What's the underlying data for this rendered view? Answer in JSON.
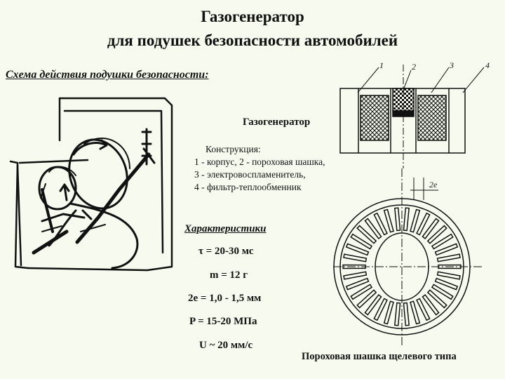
{
  "title": {
    "line1": "Газогенератор",
    "line2": "для подушек безопасности автомобилей"
  },
  "subtitle": "Схема действия подушки безопасности:",
  "generator": {
    "title": "Газогенератор",
    "construction_header": "Конструкция:",
    "construction_items": [
      "1 - корпус, 2 - пороховая шашка,",
      "3 - электровоспламенитель,",
      "4 - фильтр-теплообменник"
    ],
    "callouts": [
      "1",
      "2",
      "3",
      "4"
    ],
    "gap_label": "2е"
  },
  "characteristics": {
    "header": "Характеристики",
    "tau": "τ = 20-30 мс",
    "mass": "m = 12 г",
    "gap": "2е = 1,0 - 1,5 мм",
    "pressure": "P = 15-20 МПа",
    "velocity": "U ~ 20 мм/с"
  },
  "caption": "Пороховая шашка щелевого типа",
  "colors": {
    "background": "#f7fbef",
    "ink": "#111111"
  }
}
